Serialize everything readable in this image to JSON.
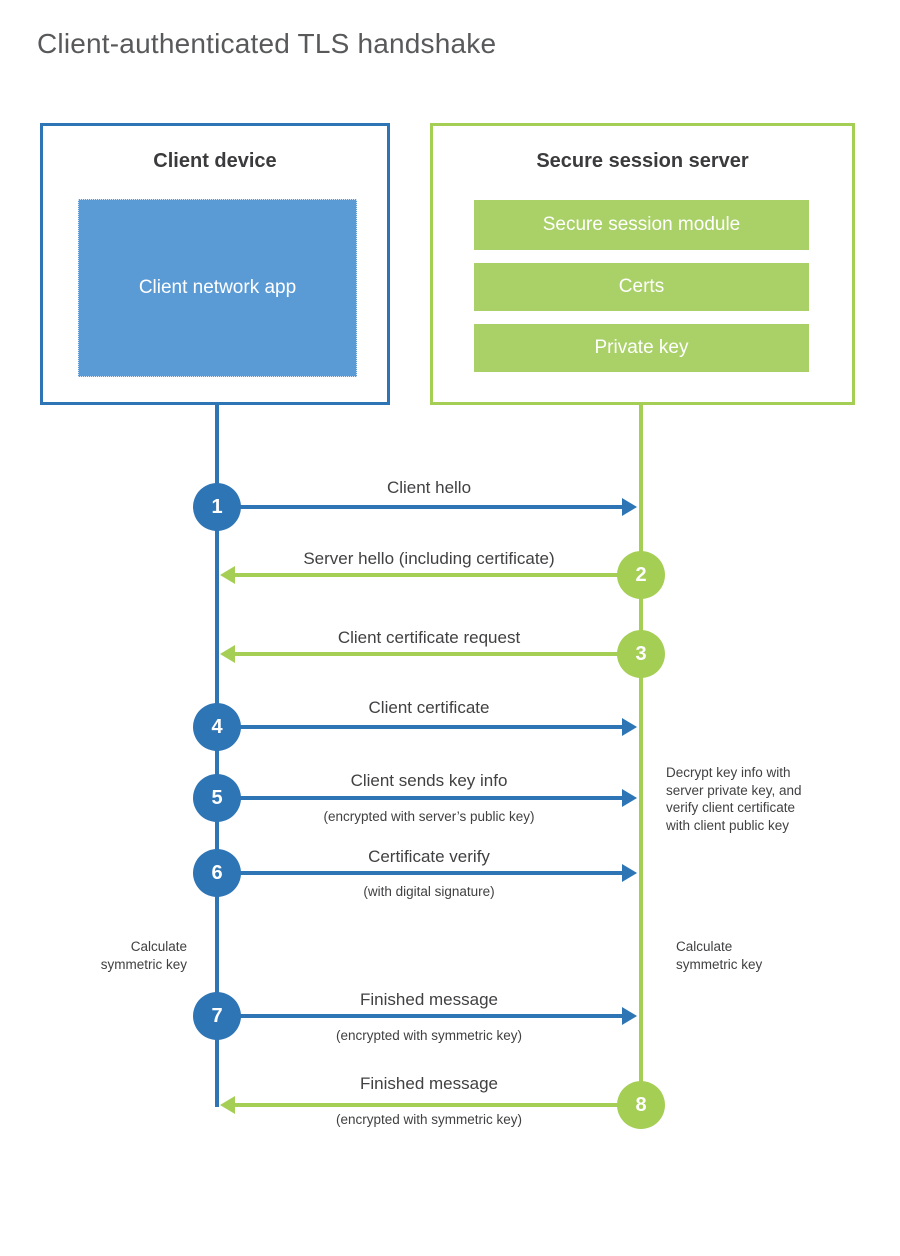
{
  "title": "Client-authenticated TLS handshake",
  "colors": {
    "blue": "#2e75b6",
    "blue_fill": "#5b9bd5",
    "green": "#a5ce55",
    "green_fill": "#a9d168",
    "text": "#414042"
  },
  "client": {
    "title": "Client device",
    "app_label": "Client network app"
  },
  "server": {
    "title": "Secure session server",
    "modules": [
      "Secure session module",
      "Certs",
      "Private key"
    ]
  },
  "steps": [
    {
      "num": "1",
      "label": "Client hello",
      "direction": "right",
      "color": "blue"
    },
    {
      "num": "2",
      "label": "Server hello (including certificate)",
      "direction": "left",
      "color": "green"
    },
    {
      "num": "3",
      "label": "Client certificate request",
      "direction": "left",
      "color": "green"
    },
    {
      "num": "4",
      "label": "Client certificate",
      "direction": "right",
      "color": "blue"
    },
    {
      "num": "5",
      "label": "Client sends key info",
      "sublabel": "(encrypted with server’s public key)",
      "direction": "right",
      "color": "blue"
    },
    {
      "num": "6",
      "label": "Certificate verify",
      "sublabel": "(with digital signature)",
      "direction": "right",
      "color": "blue"
    },
    {
      "num": "7",
      "label": "Finished message",
      "sublabel": "(encrypted with symmetric key)",
      "direction": "right",
      "color": "blue"
    },
    {
      "num": "8",
      "label": "Finished message",
      "sublabel": "(encrypted with symmetric key)",
      "direction": "left",
      "color": "green"
    }
  ],
  "notes": {
    "decrypt": "Decrypt key info with server private key, and verify client certificate with client public key",
    "calc_left": "Calculate symmetric key",
    "calc_right": "Calculate symmetric key"
  }
}
